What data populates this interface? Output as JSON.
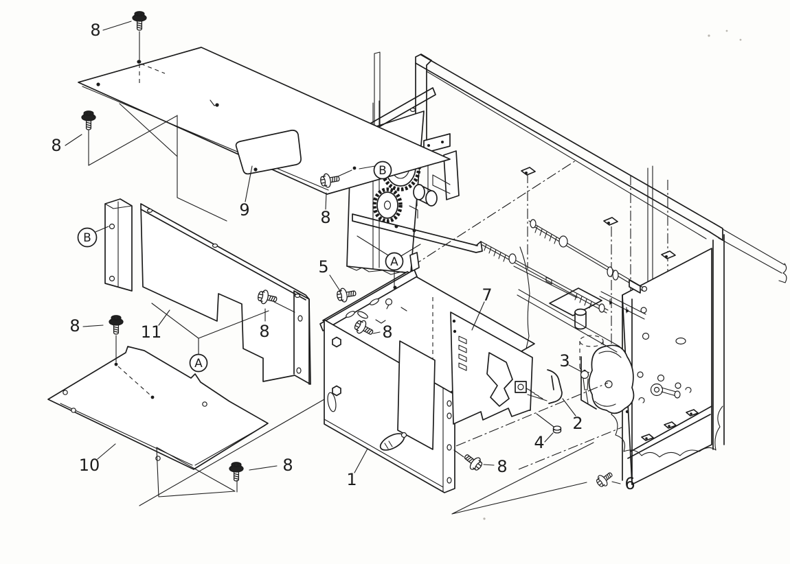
{
  "figure": {
    "kind": "exploded-parts-diagram",
    "background_color": "#fdfdfb",
    "line_color": "#1c1c1c"
  },
  "part_labels": [
    "8",
    "8",
    "9",
    "11",
    "8",
    "8",
    "10",
    "8",
    "8",
    "5",
    "8",
    "7",
    "3",
    "2",
    "4",
    "1",
    "8",
    "6"
  ],
  "reference_callouts": [
    "B",
    "B",
    "A",
    "A"
  ]
}
